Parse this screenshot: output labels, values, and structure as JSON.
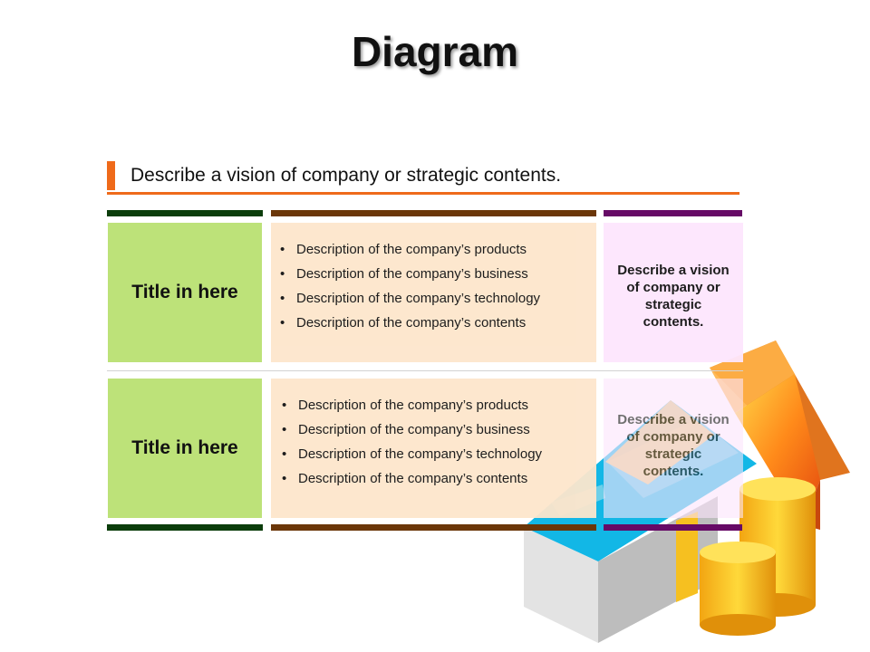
{
  "slide": {
    "title": "Diagram",
    "subheading": "Describe a vision of company or strategic contents."
  },
  "rows": [
    {
      "title": "Title in here",
      "items": [
        "Description of the company’s products",
        "Description of the company’s business",
        "Description of the company’s technology",
        "Description of the company’s contents"
      ],
      "vision": [
        "Describe a vision",
        "of company or",
        "strategic",
        "contents."
      ]
    },
    {
      "title": "Title in here",
      "items": [
        "Description of the company’s products",
        "Description of the company’s business",
        "Description of the company’s technology",
        "Description of the company’s contents"
      ],
      "vision": [
        "Describe a vision",
        "of company or",
        "strategic",
        "contents."
      ]
    }
  ],
  "colors": {
    "accent_orange": "#ef6a1a",
    "title_cell_green": "#bde279",
    "desc_cell_peach": "#fde6cc",
    "vision_cell_pink": "#fde6fd",
    "bar_green": "#0b3d0b",
    "bar_brown": "#6b3608",
    "bar_purple": "#660a66"
  },
  "illustration": {
    "icons": [
      "house-icon",
      "growth-arrow-icon",
      "coin-stack-icon"
    ]
  }
}
